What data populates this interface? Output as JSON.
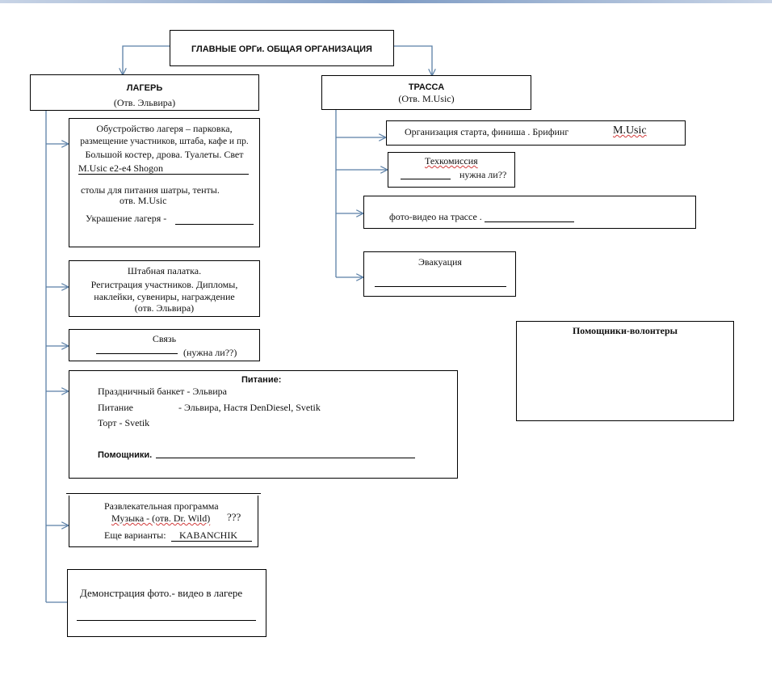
{
  "root": {
    "title": "ГЛАВНЫЕ ОРГи. ОБЩАЯ ОРГАНИЗАЦИЯ"
  },
  "camp": {
    "title": "ЛАГЕРЬ",
    "resp": "(Отв. Эльвира)",
    "setup": {
      "lines": [
        "Обустройство лагеря – парковка,",
        "размещение участников, штаба,  кафе и пр.",
        "Большой костер, дрова. Туалеты. Свет",
        "M.Usic   e2-e4  Shogon"
      ],
      "tables": "столы для  питания  шатры, тенты.",
      "tables_resp": "отв.  M.Usic",
      "decor": "Украшение лагеря -"
    },
    "hq": {
      "lines": [
        "Штабная палатка.",
        "Регистрация участников. Дипломы,",
        "наклейки, сувениры, награждение",
        "(отв. Эльвира)"
      ]
    },
    "comm": {
      "title": "Связь",
      "note": "(нужна ли??)"
    },
    "food": {
      "title": "Питание:",
      "banquet": "Праздничный банкет - Эльвира",
      "meals_label": "Питание",
      "meals_value": "- Эльвира, Настя  DenDiesel, Svetik",
      "cake": "Торт - Svetik",
      "helpers": "Помощники."
    },
    "fun": {
      "title": "Развлекательная программа",
      "music": "Музыка - (отв. Dr. Wild)",
      "music_q": "???",
      "options_label": "Еще варианты:",
      "options_value": "KABANCHIK"
    },
    "demo": {
      "title": "Демонстрация фото.- видео в лагере"
    }
  },
  "track": {
    "title": "ТРАССА",
    "resp": "(Отв. M.Usic)",
    "start": {
      "text": "Организация старта, финиша . Брифинг",
      "resp": "M.Usic"
    },
    "tech": {
      "title": "Техкомиссия",
      "note": "нужна ли??"
    },
    "photo": {
      "text": "фото-видео на трассе ."
    },
    "evac": {
      "title": "Эвакуация"
    }
  },
  "volunteers": {
    "title": "Помощники-волонтеры"
  }
}
